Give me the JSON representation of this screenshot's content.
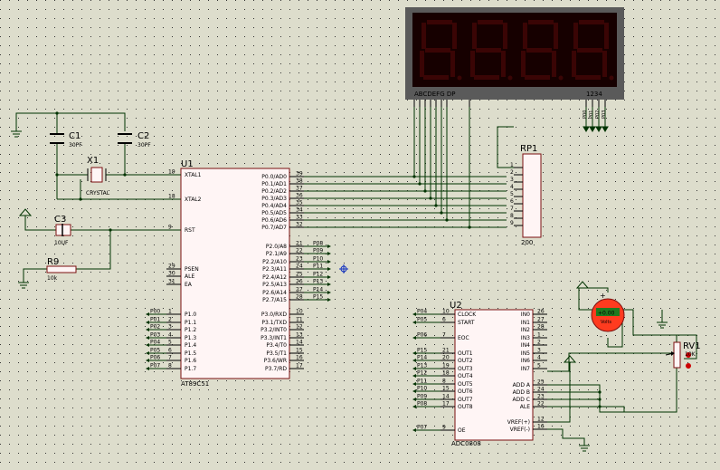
{
  "components": {
    "display": {
      "pins_seg": "ABCDEFG  DP",
      "pins_dig": "1234",
      "dig_nets": [
        "P00",
        "P01",
        "P02",
        "P03"
      ]
    },
    "c1": {
      "ref": "C1",
      "value": "30PF"
    },
    "c2": {
      "ref": "C2",
      "value": "30PF"
    },
    "x1": {
      "ref": "X1",
      "value": "CRYSTAL"
    },
    "c3": {
      "ref": "C3",
      "value": "10UF"
    },
    "r9": {
      "ref": "R9",
      "value": "10k"
    },
    "rp1": {
      "ref": "RP1",
      "value": "200",
      "pins": [
        "1",
        "2",
        "3",
        "4",
        "5",
        "6",
        "7",
        "8",
        "9"
      ]
    },
    "rv1": {
      "ref": "RV1",
      "value": "10K"
    },
    "voltmeter": {
      "reading": "+0.00",
      "unit": "Volts",
      "plus": "+",
      "minus": "-"
    },
    "u1": {
      "ref": "U1",
      "part": "AT89C51",
      "left_pins": [
        {
          "num": "19",
          "name": "XTAL1"
        },
        {
          "num": "18",
          "name": "XTAL2"
        },
        {
          "num": "9",
          "name": "RST"
        },
        {
          "num": "29",
          "name": "PSEN"
        },
        {
          "num": "30",
          "name": "ALE"
        },
        {
          "num": "31",
          "name": "EA"
        },
        {
          "num": "1",
          "name": "P1.0"
        },
        {
          "num": "2",
          "name": "P1.1"
        },
        {
          "num": "3",
          "name": "P1.2"
        },
        {
          "num": "4",
          "name": "P1.3"
        },
        {
          "num": "5",
          "name": "P1.4"
        },
        {
          "num": "6",
          "name": "P1.5"
        },
        {
          "num": "7",
          "name": "P1.6"
        },
        {
          "num": "8",
          "name": "P1.7"
        }
      ],
      "right_pins": [
        {
          "num": "39",
          "name": "P0.0/AD0"
        },
        {
          "num": "38",
          "name": "P0.1/AD1"
        },
        {
          "num": "37",
          "name": "P0.2/AD2"
        },
        {
          "num": "36",
          "name": "P0.3/AD3"
        },
        {
          "num": "35",
          "name": "P0.4/AD4"
        },
        {
          "num": "34",
          "name": "P0.5/AD5"
        },
        {
          "num": "33",
          "name": "P0.6/AD6"
        },
        {
          "num": "32",
          "name": "P0.7/AD7"
        },
        {
          "num": "21",
          "name": "P2.0/A8",
          "net": "P08"
        },
        {
          "num": "22",
          "name": "P2.1/A9",
          "net": "P09"
        },
        {
          "num": "23",
          "name": "P2.2/A10",
          "net": "P10"
        },
        {
          "num": "24",
          "name": "P2.3/A11",
          "net": "P11"
        },
        {
          "num": "25",
          "name": "P2.4/A12",
          "net": "P12"
        },
        {
          "num": "26",
          "name": "P2.5/A13",
          "net": "P13"
        },
        {
          "num": "27",
          "name": "P2.6/A14",
          "net": "P14"
        },
        {
          "num": "28",
          "name": "P2.7/A15",
          "net": "P15"
        },
        {
          "num": "10",
          "name": "P3.0/RXD"
        },
        {
          "num": "11",
          "name": "P3.1/TXD"
        },
        {
          "num": "12",
          "name": "P3.2/INT0"
        },
        {
          "num": "13",
          "name": "P3.3/INT1"
        },
        {
          "num": "14",
          "name": "P3.4/T0"
        },
        {
          "num": "15",
          "name": "P3.5/T1"
        },
        {
          "num": "16",
          "name": "P3.6/WR"
        },
        {
          "num": "17",
          "name": "P3.7/RD"
        }
      ],
      "p1_nets": [
        "P00",
        "P01",
        "P02",
        "P03",
        "P04",
        "P05",
        "P06",
        "P07"
      ]
    },
    "u2": {
      "ref": "U2",
      "part": "ADC0808",
      "left_pins": [
        {
          "num": "10",
          "name": "CLOCK",
          "net": "P04"
        },
        {
          "num": "6",
          "name": "START",
          "net": "P05"
        },
        {
          "num": "7",
          "name": "EOC",
          "net": "P06"
        },
        {
          "num": "21",
          "name": "OUT1",
          "net": "P15"
        },
        {
          "num": "20",
          "name": "OUT2",
          "net": "P14"
        },
        {
          "num": "19",
          "name": "OUT3",
          "net": "P13"
        },
        {
          "num": "18",
          "name": "OUT4",
          "net": "P12"
        },
        {
          "num": "8",
          "name": "OUT5",
          "net": "P11"
        },
        {
          "num": "15",
          "name": "OUT6",
          "net": "P10"
        },
        {
          "num": "14",
          "name": "OUT7",
          "net": "P09"
        },
        {
          "num": "17",
          "name": "OUT8",
          "net": "P08"
        },
        {
          "num": "9",
          "name": "OE",
          "net": "P07"
        }
      ],
      "right_pins": [
        {
          "num": "26",
          "name": "IN0"
        },
        {
          "num": "27",
          "name": "IN1"
        },
        {
          "num": "28",
          "name": "IN2"
        },
        {
          "num": "1",
          "name": "IN3"
        },
        {
          "num": "2",
          "name": "IN4"
        },
        {
          "num": "3",
          "name": "IN5"
        },
        {
          "num": "4",
          "name": "IN6"
        },
        {
          "num": "5",
          "name": "IN7"
        },
        {
          "num": "25",
          "name": "ADD A"
        },
        {
          "num": "24",
          "name": "ADD B"
        },
        {
          "num": "23",
          "name": "ADD C"
        },
        {
          "num": "22",
          "name": "ALE"
        },
        {
          "num": "12",
          "name": "VREF(+)"
        },
        {
          "num": "16",
          "name": "VREF(-)"
        }
      ]
    }
  },
  "colors": {
    "wire": "#003300",
    "body_fill": "#fff5f5",
    "body_stroke": "#7a1010",
    "pin": "#000",
    "display_bezel": "#5a5a5a",
    "display_face": "#160000",
    "meter_fill": "#ff3b1f",
    "meter_lcd": "#1f7a1f"
  }
}
